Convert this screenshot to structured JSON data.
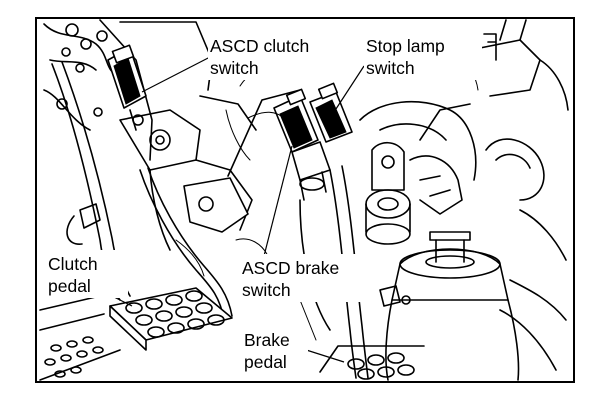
{
  "labels": {
    "ascd_clutch_switch": [
      "ASCD clutch",
      "switch"
    ],
    "stop_lamp_switch": [
      "Stop lamp",
      "switch"
    ],
    "clutch_pedal": [
      "Clutch",
      "pedal"
    ],
    "ascd_brake_switch": [
      "ASCD brake",
      "switch"
    ],
    "brake_pedal": [
      "Brake",
      "pedal"
    ]
  },
  "colors": {
    "ink": "#000000",
    "paper": "#ffffff"
  }
}
